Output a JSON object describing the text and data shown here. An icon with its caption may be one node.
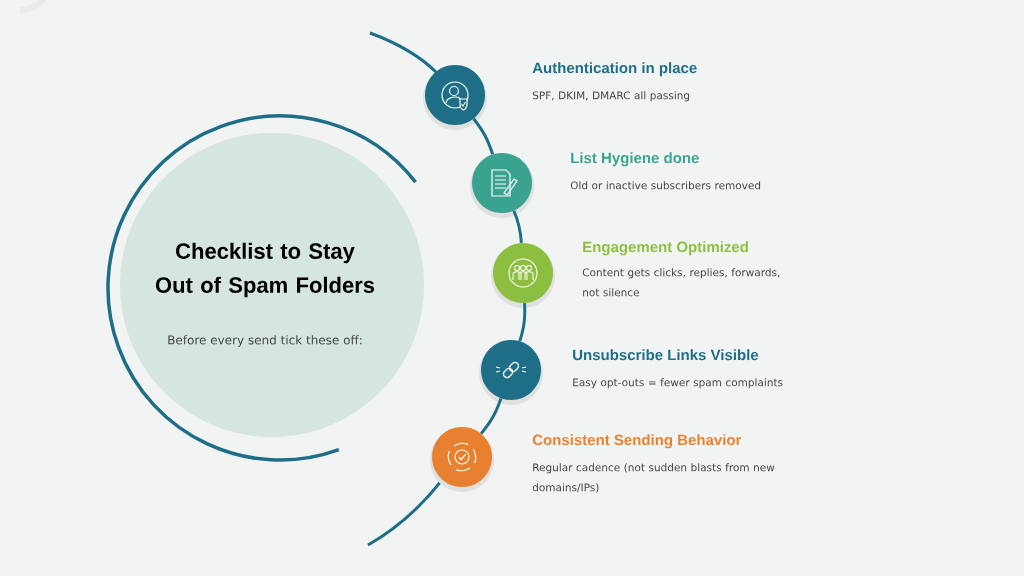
{
  "diagram": {
    "nodes": [
      {
        "text": [
          "Checklist to Stay Out of Spam Folders",
          "Before every send tick these off:"
        ]
      },
      {
        "text": [
          "Authentication in place",
          "SPF, DKIM, DMARC all passing"
        ]
      },
      {
        "text": [
          "List Hygiene done",
          "Old or inactive subscribers removed"
        ]
      },
      {
        "text": [
          "Engagement Optimized",
          "Content gets clicks, replies, forwards, not silence"
        ]
      },
      {
        "text": [
          "Unsubscribe Links Visible",
          "Easy opt-outs = fewer spam complaints"
        ]
      },
      {
        "text": [
          "Consistent Sending Behavior",
          "Regular cadence (not sudden blasts from new domains/IPs)"
        ]
      }
    ],
    "edges": [
      {
        "from": 1,
        "to": 2,
        "arrow": "none"
      },
      {
        "from": 2,
        "to": 3,
        "arrow": "none"
      },
      {
        "from": 3,
        "to": 4,
        "arrow": "none"
      },
      {
        "from": 4,
        "to": 5,
        "arrow": "none"
      }
    ]
  }
}
